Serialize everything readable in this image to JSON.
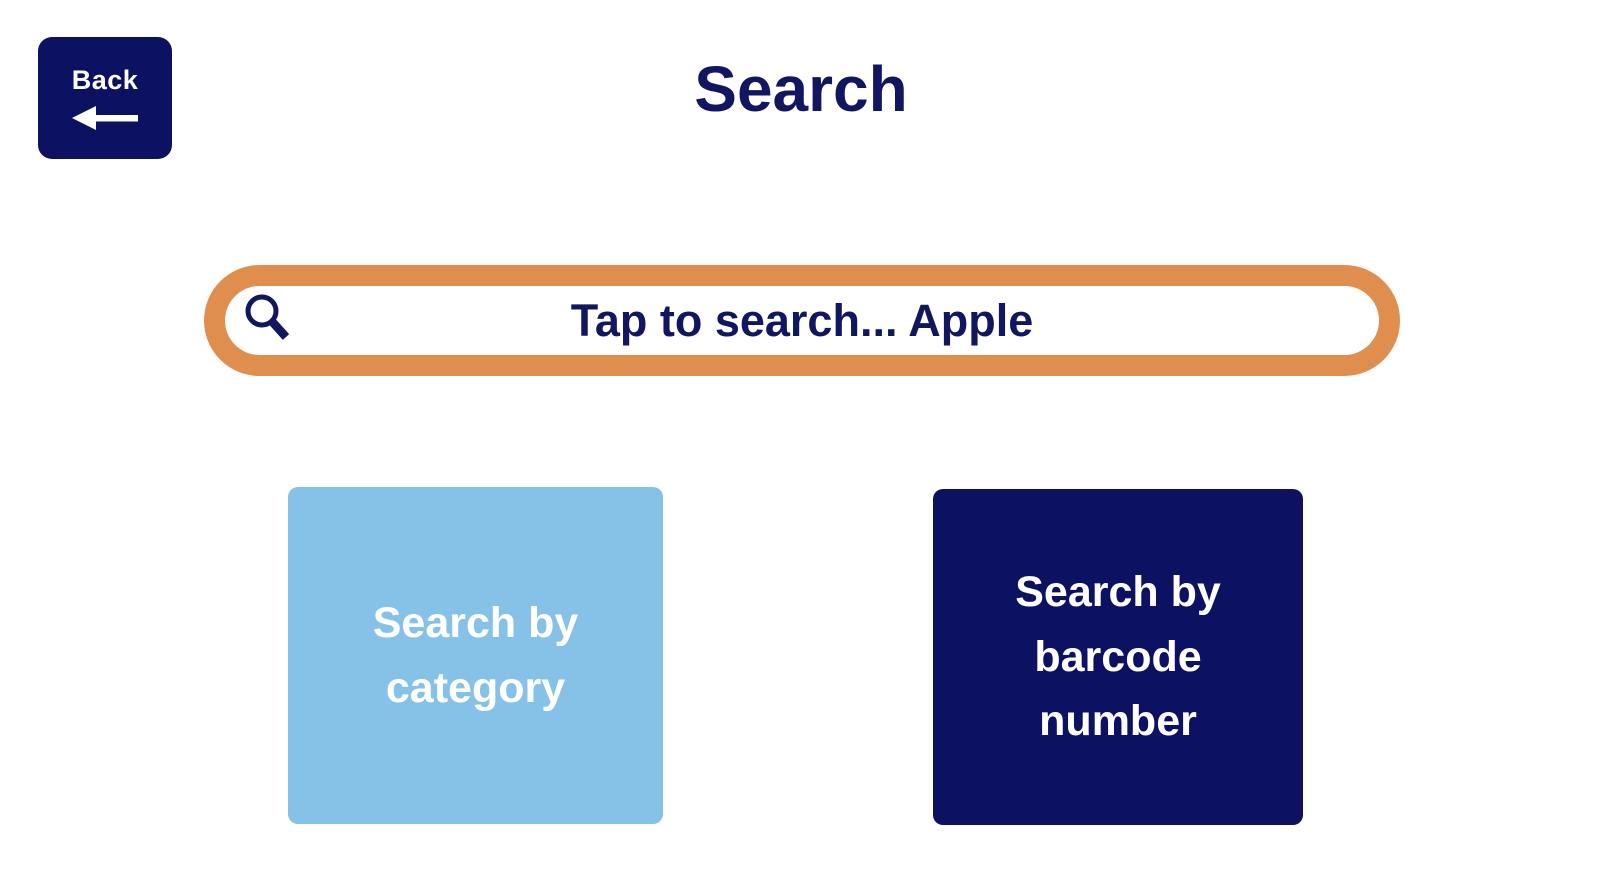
{
  "colors": {
    "navy": "#0C1261",
    "orange": "#E08E4D",
    "light_blue": "#86C1E7",
    "white": "#FFFFFF"
  },
  "header": {
    "back_label": "Back",
    "title": "Search"
  },
  "search": {
    "value": "Tap to search... Apple",
    "icon": "magnifier-icon"
  },
  "actions": [
    {
      "id": "category",
      "label": "Search by\ncategory"
    },
    {
      "id": "barcode",
      "label": "Search by\nbarcode\nnumber"
    }
  ]
}
